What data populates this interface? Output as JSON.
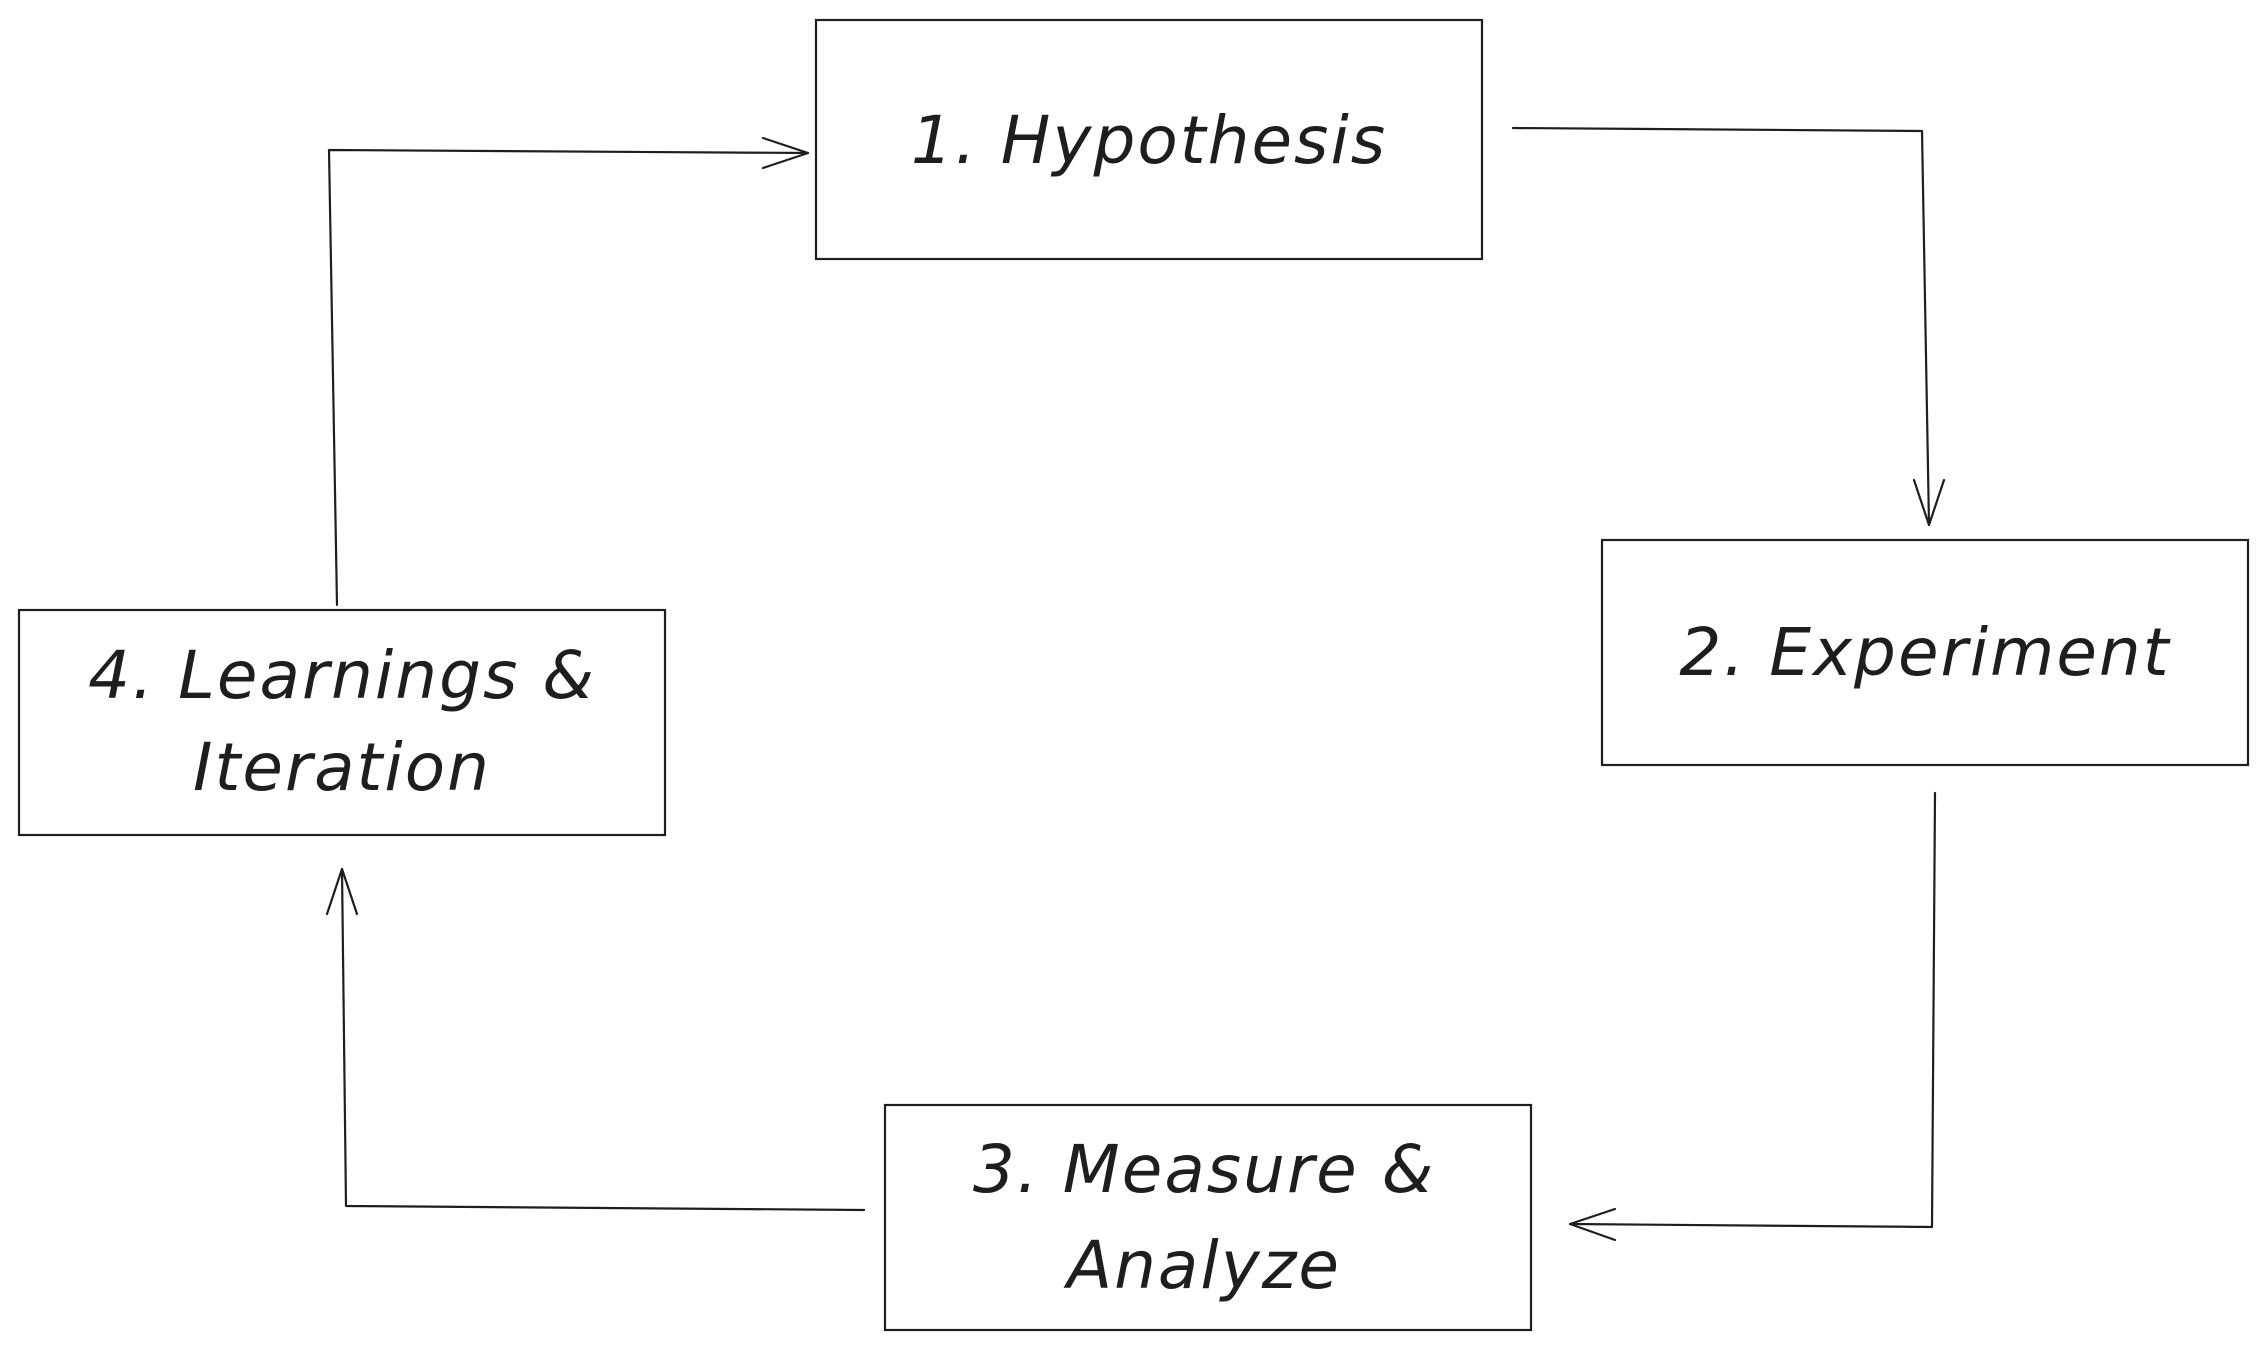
{
  "diagram": {
    "nodes": [
      {
        "id": "hypothesis",
        "lines": [
          "1. Hypothesis"
        ]
      },
      {
        "id": "experiment",
        "lines": [
          "2. Experiment"
        ]
      },
      {
        "id": "measure",
        "lines": [
          "3. Measure &",
          "Analyze"
        ]
      },
      {
        "id": "learnings",
        "lines": [
          "4. Learnings &",
          "Iteration"
        ]
      }
    ],
    "edges": [
      {
        "from": "hypothesis",
        "to": "experiment"
      },
      {
        "from": "experiment",
        "to": "measure"
      },
      {
        "from": "measure",
        "to": "learnings"
      },
      {
        "from": "learnings",
        "to": "hypothesis"
      }
    ],
    "colors": {
      "stroke": "#1e1e1e",
      "background": "#ffffff"
    }
  }
}
